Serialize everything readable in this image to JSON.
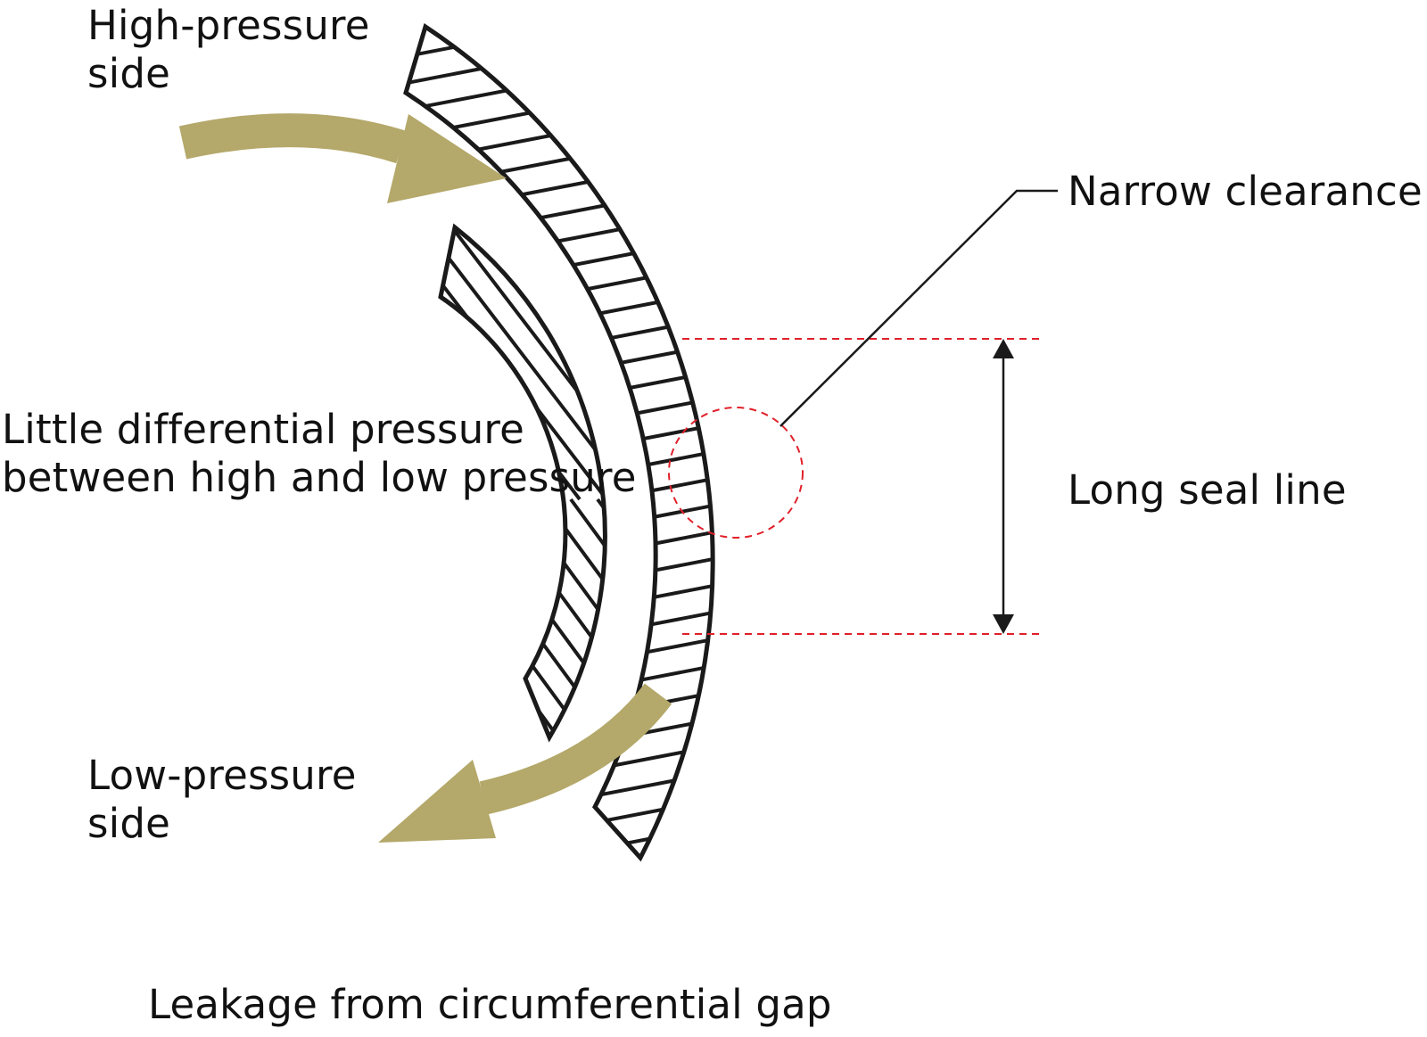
{
  "labels": {
    "high_pressure": [
      "High-pressure",
      "side"
    ],
    "low_pressure": [
      "Low-pressure",
      "side"
    ],
    "differential": [
      "Little differential pressure",
      "between high and low pressure"
    ],
    "narrow_clearance": "Narrow clearance",
    "long_seal_line": "Long seal line",
    "caption": "Leakage from circumferential gap"
  },
  "colors": {
    "flow_arrow": "#b4a86a",
    "outline": "#1a1a1a",
    "guide_line": "#e0202a"
  }
}
